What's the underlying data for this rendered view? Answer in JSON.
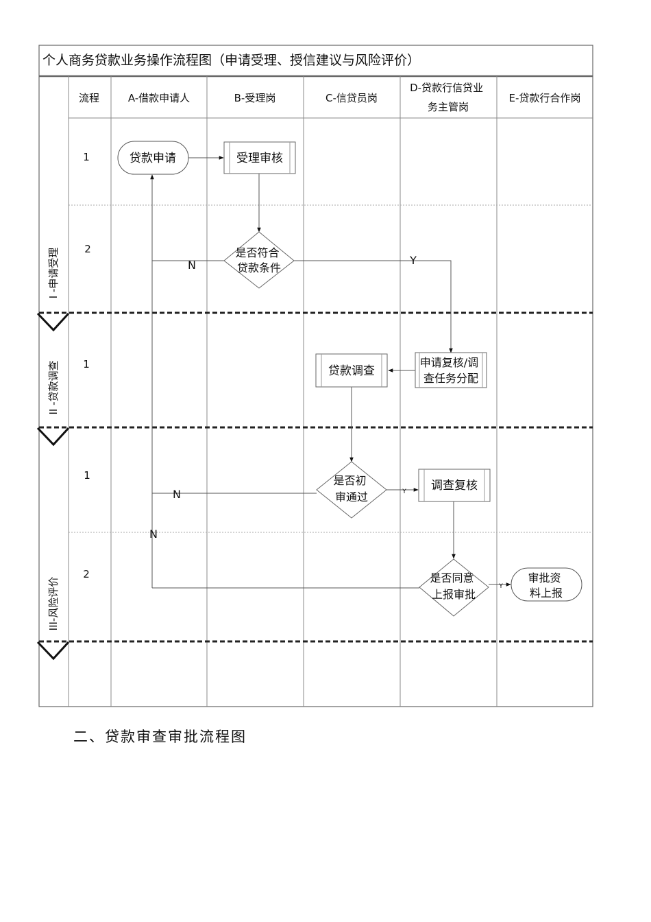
{
  "title": "个人商务贷款业务操作流程图（申请受理、授信建议与风险评价）",
  "header": {
    "step": "流程",
    "lanes": [
      "A-借款申请人",
      "B-受理岗",
      "C-信贷员岗",
      [
        "D-贷款行信贷业",
        "务主管岗"
      ],
      "E-贷款行合作岗"
    ]
  },
  "phases": [
    "I -申请受理",
    "II -贷款调查",
    "III-风险评价"
  ],
  "steps": [
    "1",
    "2",
    "1",
    "1",
    "2"
  ],
  "nodes": {
    "apply": "贷款申请",
    "accept_review": "受理审核",
    "meets_conditions": [
      "是否符合",
      "贷款条件"
    ],
    "review_assign": [
      "申请复核/调",
      "查任务分配"
    ],
    "investigation": "贷款调查",
    "initial_pass": [
      "是否初",
      "审通过"
    ],
    "investigation_review": "调查复核",
    "agree_report": [
      "是否同意",
      "上报审批"
    ],
    "report_materials": [
      "审批资",
      "料上报"
    ]
  },
  "edge_labels": {
    "n1": "N",
    "y1": "Y",
    "n2": "N",
    "y2": "Y",
    "n3": "N",
    "y3": "Y"
  },
  "caption": "二、贷款审查审批流程图"
}
